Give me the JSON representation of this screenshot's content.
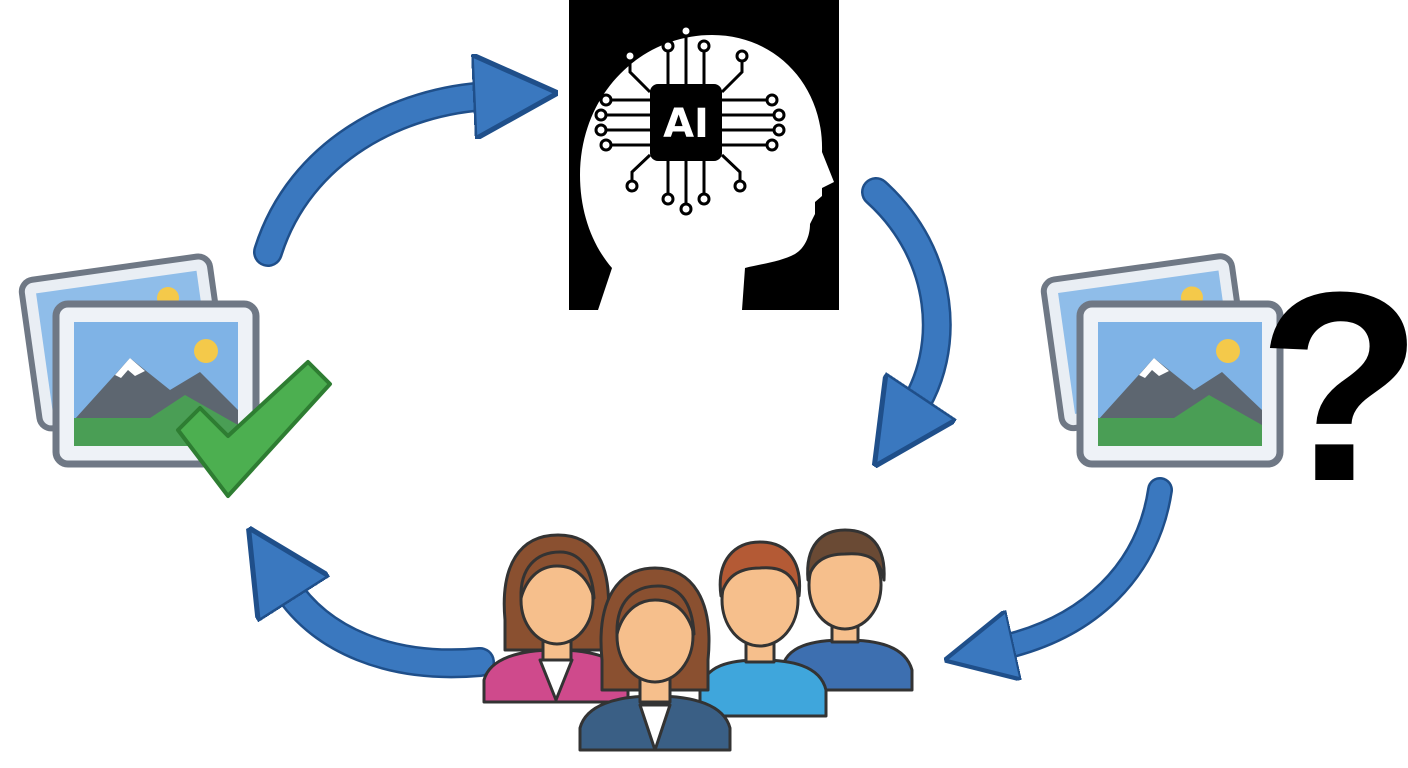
{
  "ai_head": {
    "chip_label": "AI",
    "icon": "ai-brain-head-icon"
  },
  "labeled_images": {
    "icon": "image-stack-icon",
    "status_icon": "check-mark-icon"
  },
  "unlabeled_images": {
    "icon": "image-stack-icon",
    "status_symbol": "?"
  },
  "annotators": {
    "icon": "people-group-icon",
    "count": 4
  },
  "arrows": {
    "icon": "curved-arrow-icon",
    "flow": [
      [
        "labeled-images",
        "ai-model"
      ],
      [
        "ai-model",
        "annotators"
      ],
      [
        "unlabeled-images",
        "annotators"
      ],
      [
        "annotators",
        "labeled-images"
      ]
    ]
  },
  "colors": {
    "arrow": "#3a78bf",
    "arrow_stroke": "#1f4f8a",
    "frame": "#7b8592",
    "sky": "#7fb3e6",
    "sun": "#f4c94a",
    "mountain": "#5d6670",
    "snow": "#ffffff",
    "grass": "#4a9e55",
    "check": "#4caf50",
    "skin": "#f6bf8c",
    "hair_brown": "#8a5030",
    "hair_auburn": "#b45a35",
    "shirt_pink": "#cf4a8c",
    "shirt_navy": "#3a5f85",
    "shirt_cyan": "#3fa6dc",
    "shirt_blue": "#3d6fb0"
  }
}
